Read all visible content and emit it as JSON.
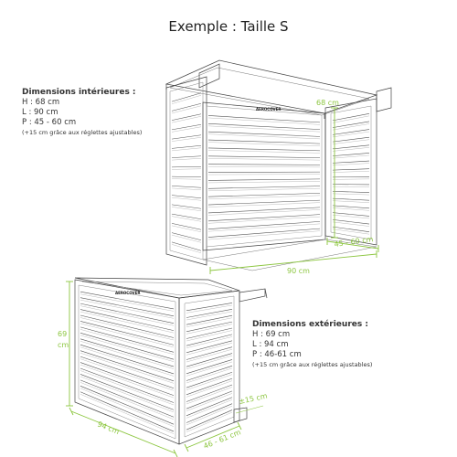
{
  "title": "Exemple : Taille S",
  "accent_color": "#8cc63f",
  "interior": {
    "heading": "Dimensions intérieures :",
    "h": "H : 68 cm",
    "l": "L : 90 cm",
    "p": "P : 45 - 60 cm",
    "note": "(+15 cm grâce aux réglettes ajustables)",
    "dim_height": "68 cm",
    "dim_width": "90 cm",
    "dim_depth": "45 - 60 cm"
  },
  "exterior": {
    "heading": "Dimensions extérieures :",
    "h": "H : 69 cm",
    "l": "L : 94 cm",
    "p": "P : 46-61 cm",
    "note": "(+15 cm grâce aux réglettes ajustables)",
    "dim_height_1": "69",
    "dim_height_2": "cm",
    "dim_width": "94 cm",
    "dim_depth": "46 - 61 cm",
    "dim_small": "±15 cm"
  },
  "brand": "AEROCOVER"
}
